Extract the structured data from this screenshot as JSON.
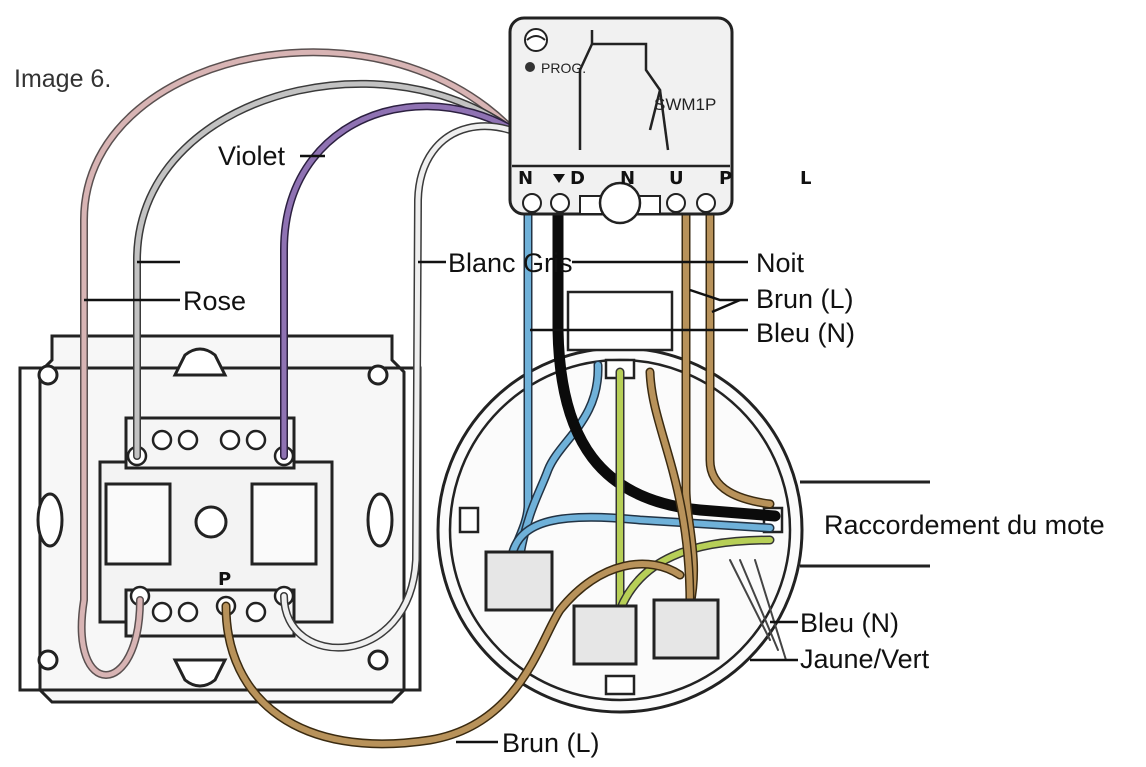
{
  "caption": "Image 6.",
  "module": {
    "name": "SWM1P",
    "prog_label": "PROG.",
    "terminals": [
      "N",
      "D",
      "N",
      "U",
      "P",
      "L"
    ]
  },
  "switch": {
    "terminal_label": "P"
  },
  "wire_labels": {
    "violet": "Violet",
    "rose": "Rose",
    "blanc_gris": "Blanc Gris",
    "noir": "Noit",
    "brun_top": "Brun (L)",
    "bleu_top": "Bleu (N)",
    "raccordement": "Raccordement du mote",
    "bleu_bottom": "Bleu (N)",
    "jaune_vert": "Jaune/Vert",
    "brun_bottom": "Brun (L)"
  },
  "colors": {
    "rose": "#d8b4b4",
    "grey": "#a7a7a7",
    "violet": "#7a5c9a",
    "white": "#ececec",
    "black": "#0b0b0b",
    "blue": "#6fb1d9",
    "brown": "#b8925a",
    "yellow_green": "#b7cf57"
  }
}
